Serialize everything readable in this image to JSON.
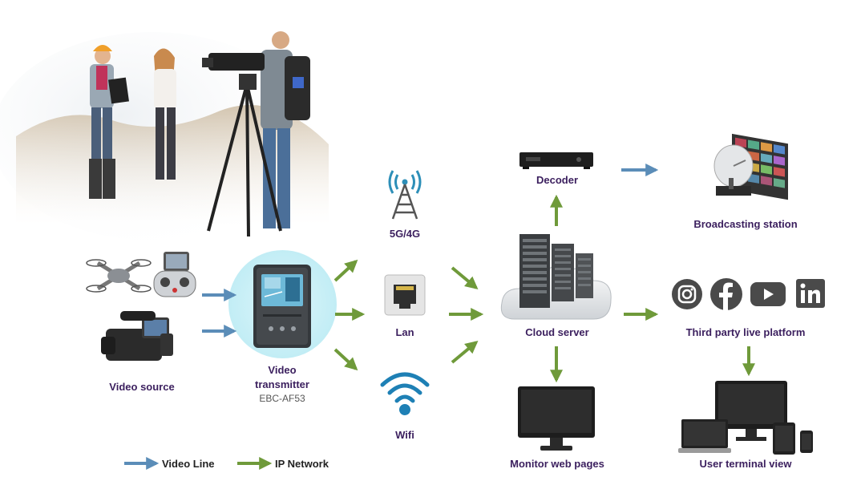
{
  "nodes": {
    "video_source": "Video source",
    "transmitter_title_1": "Video",
    "transmitter_title_2": "transmitter",
    "transmitter_model": "EBC-AF53",
    "cellular": "5G/4G",
    "lan": "Lan",
    "wifi": "Wifi",
    "decoder": "Decoder",
    "broadcasting": "Broadcasting station",
    "cloud": "Cloud server",
    "third_party": "Third party live platform",
    "monitor": "Monitor web pages",
    "user_terminal": "User terminal view"
  },
  "legend": {
    "video_line": "Video Line",
    "ip_network": "IP Network"
  },
  "colors": {
    "video_line": "#5b8db8",
    "ip_network": "#6f9a3a",
    "label": "#3b1f5e"
  },
  "icons": [
    "field-crew-photo",
    "drone-icon",
    "remote-controller-icon",
    "camcorder-icon",
    "transmitter-device-icon",
    "cell-tower-icon",
    "ethernet-port-icon",
    "wifi-icon",
    "decoder-box-icon",
    "satellite-dish-icon",
    "server-cloud-icon",
    "instagram-icon",
    "facebook-icon",
    "youtube-icon",
    "linkedin-icon",
    "monitor-icon",
    "devices-icon"
  ]
}
